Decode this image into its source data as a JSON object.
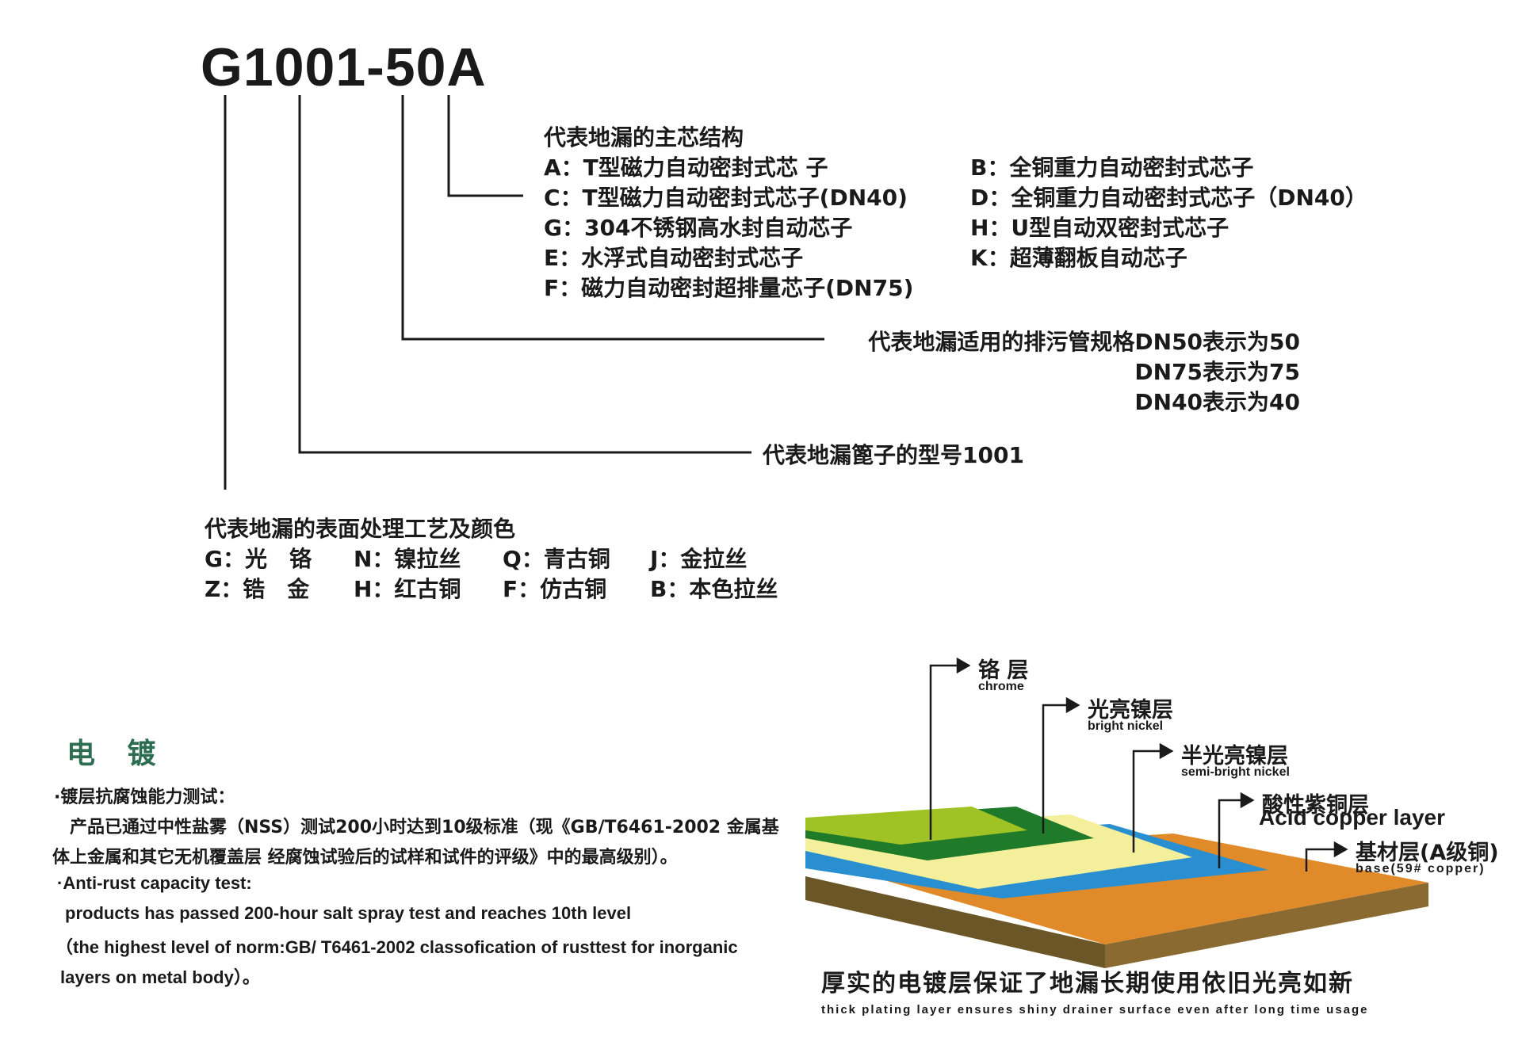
{
  "model_code": "G1001-50A",
  "core": {
    "title": "代表地漏的主芯结构",
    "left": [
      "A：T型磁力自动密封式芯 子",
      "C：T型磁力自动密封式芯子(DN40)",
      "G：304不锈钢高水封自动芯子",
      "E：水浮式自动密封式芯子",
      "F：磁力自动密封超排量芯子(DN75)"
    ],
    "right": [
      "B：全铜重力自动密封式芯子",
      "D：全铜重力自动密封式芯子（DN40）",
      "H：U型自动双密封式芯子",
      "K：超薄翻板自动芯子"
    ]
  },
  "pipe": {
    "lines": [
      "代表地漏适用的排污管规格DN50表示为50",
      "DN75表示为75",
      "DN40表示为40"
    ]
  },
  "grate": {
    "label": "代表地漏篦子的型号1001"
  },
  "finish": {
    "title": "代表地漏的表面处理工艺及颜色",
    "row1": [
      "G：光　铬",
      "N：镍拉丝",
      "Q：青古铜",
      "J：金拉丝"
    ],
    "row2": [
      "Z：锆　金",
      "H：红古铜",
      "F：仿古铜",
      "B：本色拉丝"
    ]
  },
  "plating": {
    "title": "电 镀",
    "lines": [
      "·镀层抗腐蚀能力测试：",
      "产品已通过中性盐雾（NSS）测试200小时达到10级标准（现《GB/T6461-2002 金属基",
      "体上金属和其它无机覆盖层 经腐蚀试验后的试样和试件的评级》中的最高级别）。",
      "·Anti-rust capacity test:",
      "products has passed 200-hour salt spray test and  reaches 10th level",
      "（the highest level of norm:GB/ T6461-2002 classofication of rusttest for inorganic",
      "layers on metal body）。"
    ]
  },
  "layers": [
    {
      "cn": "铬 层",
      "en": "chrome"
    },
    {
      "cn": "光亮镍层",
      "en": "bright nickel"
    },
    {
      "cn": "半光亮镍层",
      "en": "semi-bright nickel"
    },
    {
      "cn": "酸性紫铜层",
      "en": "Acid copper layer"
    },
    {
      "cn": "基材层(A级铜)",
      "en": "base(59# copper)"
    }
  ],
  "layer_colors": [
    "#9fc224",
    "#1f7a2a",
    "#f3ef9a",
    "#2a8fd0",
    "#e08a2a",
    "#6b5628"
  ],
  "footer": {
    "cn": "厚实的电镀层保证了地漏长期使用依旧光亮如新",
    "en": "thick plating layer ensures shiny drainer surface even after long time usage"
  }
}
